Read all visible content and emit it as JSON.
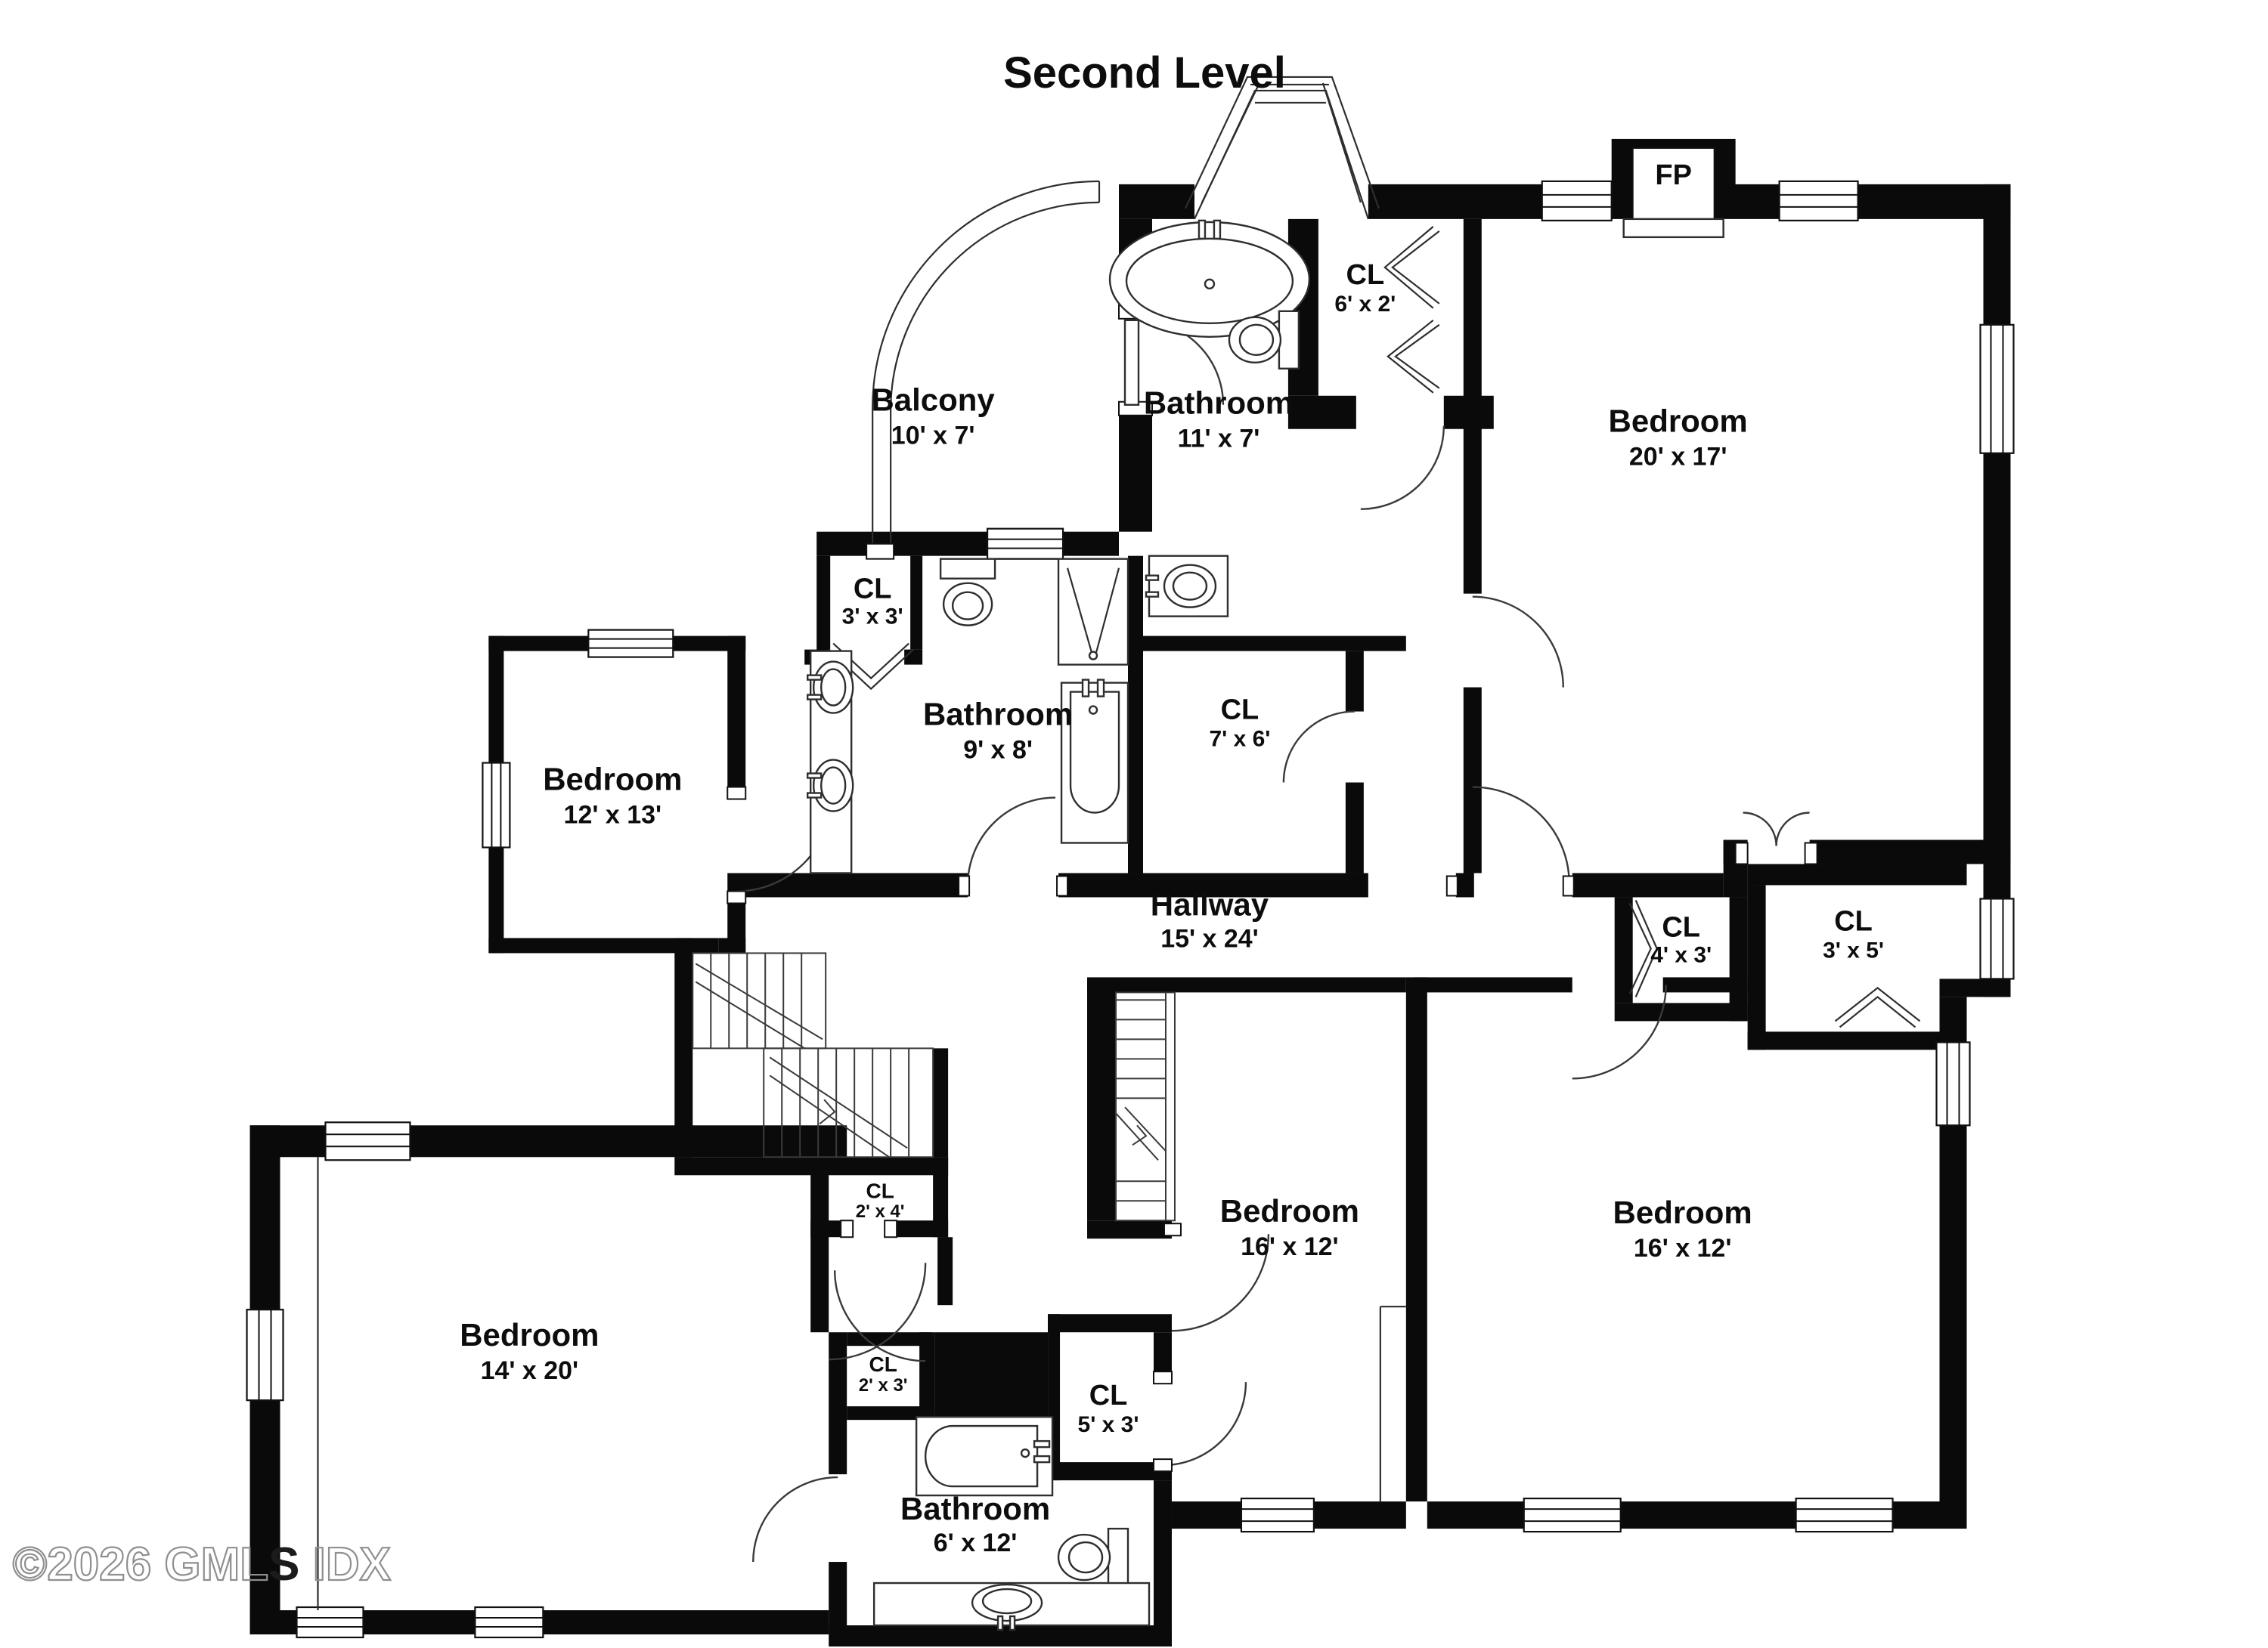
{
  "title": "Second Level",
  "watermark": {
    "prefix": "©2026 GML",
    "bold_s": "S",
    "suffix": " IDX"
  },
  "rooms": [
    {
      "id": "balcony",
      "label": "Balcony",
      "dims": "10' x 7'"
    },
    {
      "id": "bathroom-master",
      "label": "Bathroom",
      "dims": "11' x 7'"
    },
    {
      "id": "closet-6x2",
      "label": "CL",
      "dims": "6' x 2'"
    },
    {
      "id": "bedroom-20x17",
      "label": "Bedroom",
      "dims": "20' x 17'"
    },
    {
      "id": "fireplace",
      "label": "FP",
      "dims": ""
    },
    {
      "id": "closet-3x3",
      "label": "CL",
      "dims": "3' x 3'"
    },
    {
      "id": "bathroom-9x8",
      "label": "Bathroom",
      "dims": "9' x 8'"
    },
    {
      "id": "closet-7x6",
      "label": "CL",
      "dims": "7' x 6'"
    },
    {
      "id": "hallway",
      "label": "Hallway",
      "dims": "15' x 24'"
    },
    {
      "id": "bedroom-12x13",
      "label": "Bedroom",
      "dims": "12' x 13'"
    },
    {
      "id": "closet-4x3",
      "label": "CL",
      "dims": "4' x 3'"
    },
    {
      "id": "closet-3x5",
      "label": "CL",
      "dims": "3' x 5'"
    },
    {
      "id": "bedroom-16x12-left",
      "label": "Bedroom",
      "dims": "16' x 12'"
    },
    {
      "id": "bedroom-16x12-right",
      "label": "Bedroom",
      "dims": "16' x 12'"
    },
    {
      "id": "closet-2x4",
      "label": "CL",
      "dims": "2' x 4'"
    },
    {
      "id": "bedroom-14x20",
      "label": "Bedroom",
      "dims": "14' x 20'"
    },
    {
      "id": "closet-2x3",
      "label": "CL",
      "dims": "2' x 3'"
    },
    {
      "id": "closet-5x3",
      "label": "CL",
      "dims": "5' x 3'"
    },
    {
      "id": "bathroom-6x12",
      "label": "Bathroom",
      "dims": "6' x 12'"
    }
  ]
}
